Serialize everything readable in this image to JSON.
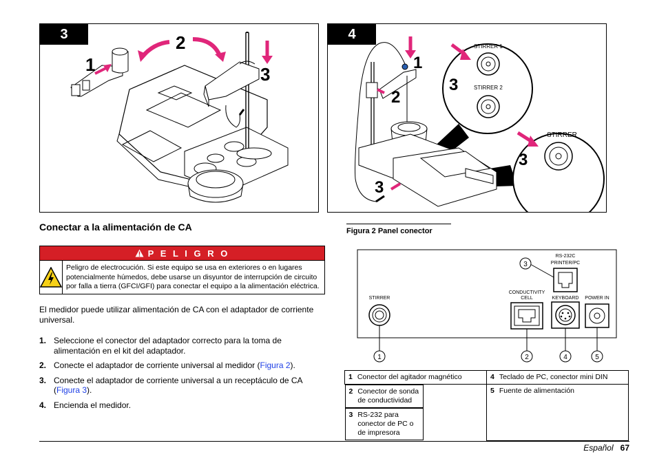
{
  "figure_left": {
    "badge": "3",
    "callouts": [
      "1",
      "2",
      "3"
    ]
  },
  "figure_right": {
    "badge": "4",
    "callouts": [
      "1",
      "2",
      "3",
      "3",
      "3"
    ],
    "labels": {
      "stirrer1": "STIRRER 1",
      "stirrer2": "STIRRER 2",
      "stirrer": "STIRRER"
    }
  },
  "section": {
    "title": "Conectar a la alimentación de CA"
  },
  "danger": {
    "header": "P E L I G R O",
    "text": "Peligro de electrocución. Si este equipo se usa en exteriores o en lugares potencialmente húmedos, debe usarse un disyuntor de interrupción de circuito por falla a tierra (GFCI/GFI) para conectar el equipo a la alimentación eléctrica."
  },
  "intro": "El medidor puede utilizar alimentación de CA con el adaptador de corriente universal.",
  "steps": [
    {
      "num": "1.",
      "text": "Seleccione el conector del adaptador correcto para la toma de alimentación en el kit del adaptador."
    },
    {
      "num": "2.",
      "text_before": "Conecte el adaptador de corriente universal al medidor (",
      "link": "Figura 2",
      "text_after": ")."
    },
    {
      "num": "3.",
      "text_before": "Conecte el adaptador de corriente universal a un receptáculo de CA (",
      "link": "Figura 3",
      "text_after": ")."
    },
    {
      "num": "4.",
      "text": "Encienda el medidor."
    }
  ],
  "figure2": {
    "caption": "Figura 2  Panel conector",
    "panel_labels": {
      "stirrer": "STIRRER",
      "conductivity_line1": "CONDUCTIVITY",
      "conductivity_line2": "CELL",
      "rs232_line1": "RS-232C",
      "rs232_line2": "PRINTER/PC",
      "keyboard": "KEYBOARD",
      "power": "POWER IN"
    },
    "callouts": [
      "1",
      "2",
      "3",
      "4",
      "5"
    ]
  },
  "legend": [
    [
      {
        "num": "1",
        "text": "Conector del agitador magnético"
      },
      {
        "num": "4",
        "text": "Teclado de PC, conector mini DIN"
      }
    ],
    [
      {
        "num": "2",
        "text": "Conector de sonda de conductividad"
      },
      {
        "num": "5",
        "text": "Fuente de alimentación"
      }
    ],
    [
      {
        "num": "3",
        "text": "RS-232 para conector de PC o de impresora"
      },
      null
    ]
  ],
  "footer": {
    "language": "Español",
    "page": "67"
  },
  "colors": {
    "danger_red": "#d51f26",
    "callout_magenta": "#e0267a",
    "link_blue": "#1f40e6"
  }
}
